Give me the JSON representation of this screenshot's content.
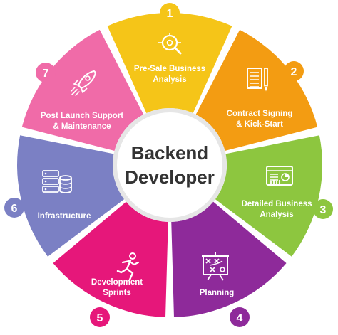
{
  "center": {
    "line1": "Backend",
    "line2": "Developer"
  },
  "segments": [
    {
      "number": "1",
      "label": [
        "Pre-Sale Business",
        "Analysis"
      ],
      "color": "#F5C518",
      "icon": "magnifier-analysis-icon"
    },
    {
      "number": "2",
      "label": [
        "Contract Signing",
        "& Kick-Start"
      ],
      "color": "#F39C12",
      "icon": "contract-pen-icon"
    },
    {
      "number": "3",
      "label": [
        "Detailed Business",
        "Analysis"
      ],
      "color": "#8DC63F",
      "icon": "dashboard-report-icon"
    },
    {
      "number": "4",
      "label": [
        "Planning"
      ],
      "color": "#8E2A9A",
      "icon": "strategy-board-icon"
    },
    {
      "number": "5",
      "label": [
        "Development",
        "Sprints"
      ],
      "color": "#E6177A",
      "icon": "running-person-icon"
    },
    {
      "number": "6",
      "label": [
        "Infrastructure"
      ],
      "color": "#7B80C4",
      "icon": "server-database-icon"
    },
    {
      "number": "7",
      "label": [
        "Post Launch Support",
        "& Maintenance"
      ],
      "color": "#F06BA8",
      "icon": "rocket-icon"
    }
  ]
}
